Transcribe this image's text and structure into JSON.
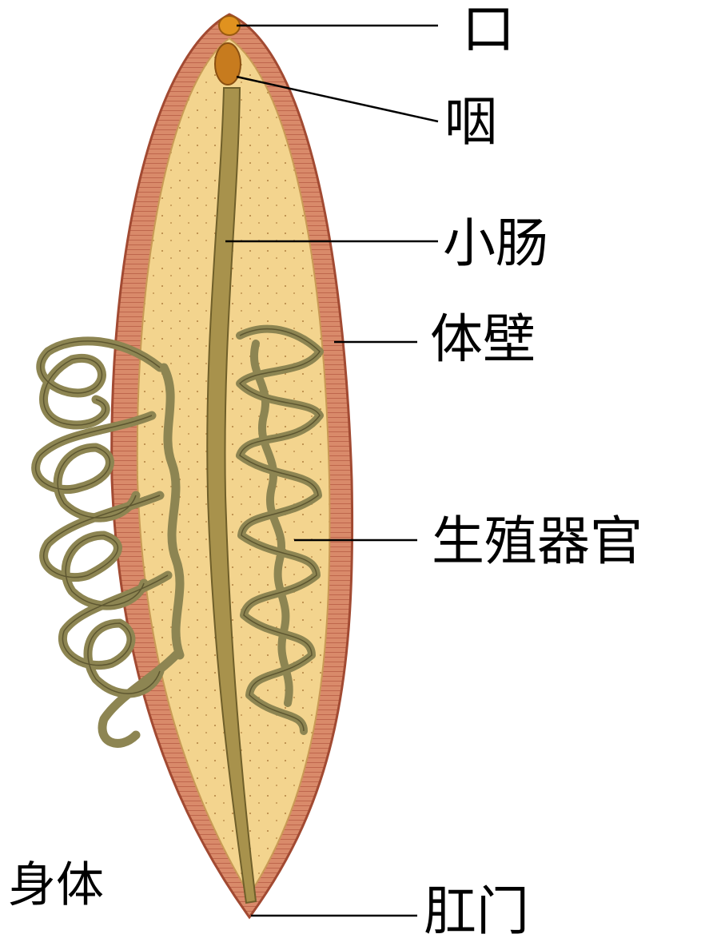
{
  "labels": {
    "mouth": "口",
    "pharynx": "咽",
    "intestine": "小肠",
    "body_wall": "体壁",
    "reproductive_organs": "生殖器官",
    "anus": "肛门",
    "partial_caption": "身体"
  },
  "colors": {
    "body_wall": "#d98a6a",
    "body_wall_stripe": "#b65a42",
    "body_cavity": "#f3d48e",
    "intestine": "#a8924c",
    "reproductive_tubes": "#8d8552",
    "pharynx": "#c77b1e",
    "mouth": "#e0921f",
    "leader_line": "#000000"
  }
}
